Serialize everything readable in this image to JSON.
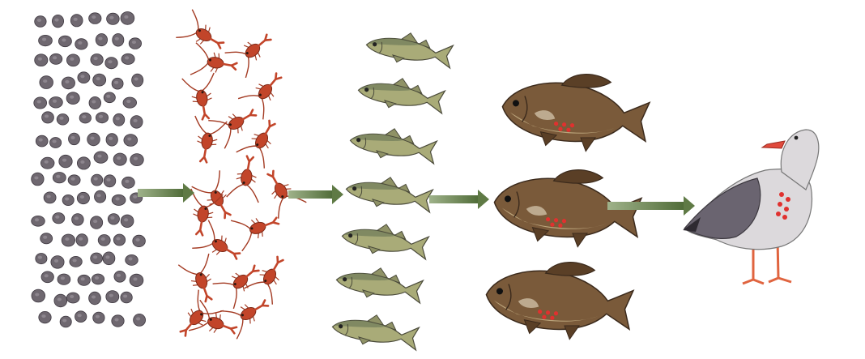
{
  "diagram": {
    "type": "food-chain",
    "stages": [
      {
        "id": "phytoplankton",
        "icon": "phytoplankton-cell-icon",
        "count": 96
      },
      {
        "id": "zooplankton",
        "icon": "copepod-icon",
        "count": 20
      },
      {
        "id": "small-fish",
        "icon": "small-fish-icon",
        "count": 7
      },
      {
        "id": "large-fish",
        "icon": "large-fish-icon",
        "count": 3
      },
      {
        "id": "bird",
        "icon": "seagull-icon",
        "count": 1
      }
    ],
    "arrows": 4,
    "colors": {
      "cell": "#6f6870",
      "copepod": "#c2452a",
      "small_fish": "#a7a874",
      "large_fish": "#6e5236",
      "dots": "#e0312f",
      "arrow": "#5f7a45",
      "gull_body": "#dcd9dc",
      "gull_wing": "#6a6470",
      "gull_legs": "#e0643f"
    }
  }
}
